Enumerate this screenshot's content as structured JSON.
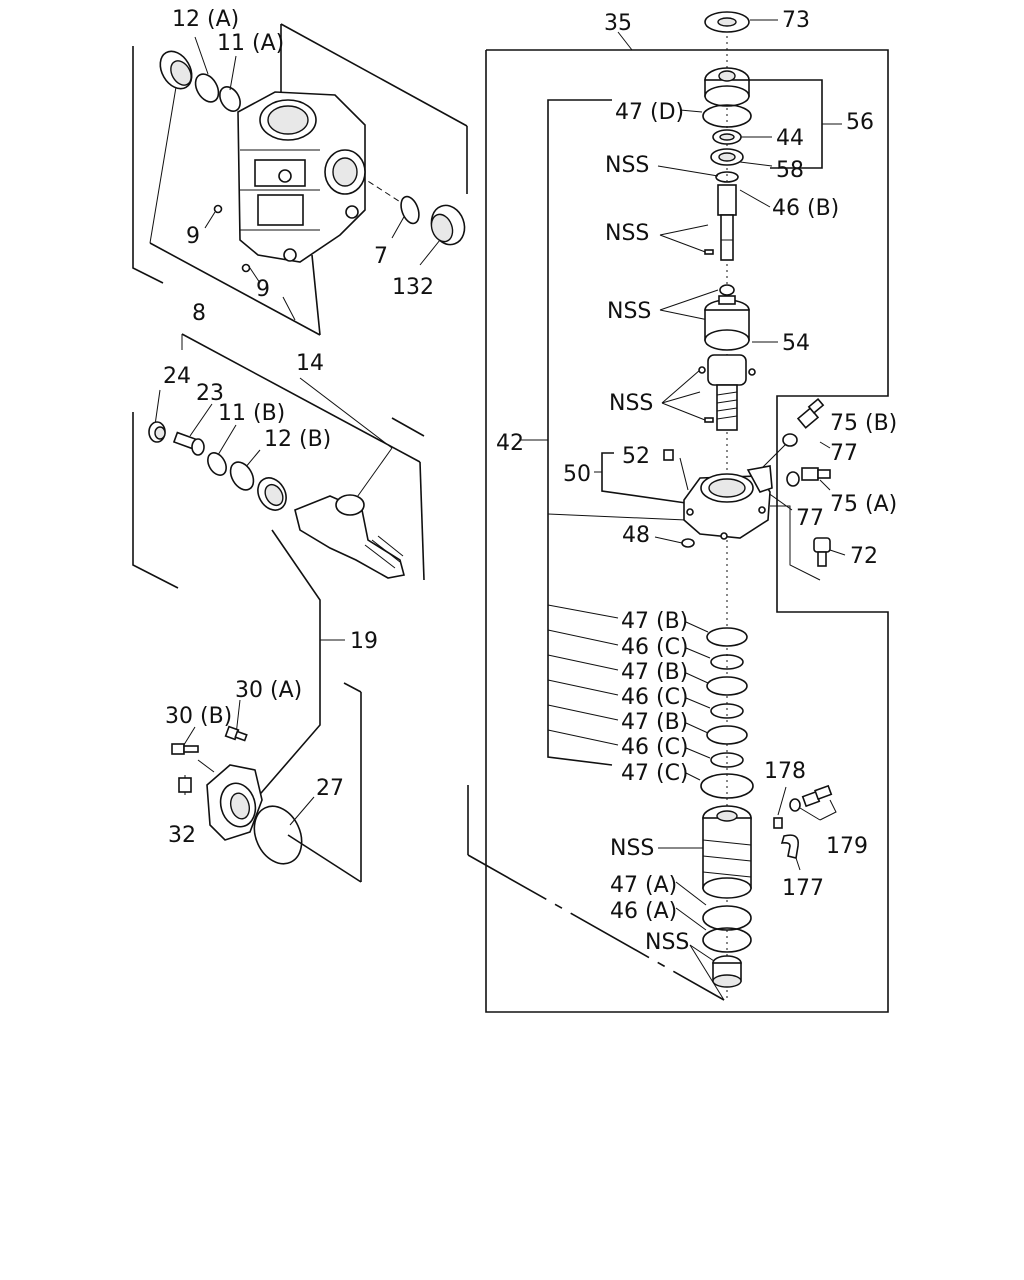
{
  "labels": {
    "l12a": "12 (A)",
    "l11a": "11 (A)",
    "l9a": "9",
    "l9b": "9",
    "l8": "8",
    "l7": "7",
    "l132": "132",
    "l24": "24",
    "l23": "23",
    "l14": "14",
    "l11b": "11 (B)",
    "l12b": "12 (B)",
    "l19": "19",
    "l30a": "30 (A)",
    "l30b": "30 (B)",
    "l32": "32",
    "l27": "27",
    "l35": "35",
    "l73": "73",
    "l47d": "47 (D)",
    "l44": "44",
    "l56": "56",
    "l58": "58",
    "lnss1": "NSS",
    "l46b_top": "46 (B)",
    "lnss2": "NSS",
    "lnss3": "NSS",
    "l54": "54",
    "lnss4": "NSS",
    "l75b": "75 (B)",
    "l42": "42",
    "l52": "52",
    "l77a": "77",
    "l50": "50",
    "l75a": "75 (A)",
    "l77b": "77",
    "l48": "48",
    "l72": "72",
    "l47b1": "47 (B)",
    "l46c1": "46 (C)",
    "l47b2": "47 (B)",
    "l46c2": "46 (C)",
    "l47b3": "47 (B)",
    "l46c3": "46 (C)",
    "l47c": "47 (C)",
    "l178": "178",
    "l179": "179",
    "lnss5": "NSS",
    "l177": "177",
    "l47a": "47 (A)",
    "l46a": "46 (A)",
    "lnss6": "NSS"
  }
}
